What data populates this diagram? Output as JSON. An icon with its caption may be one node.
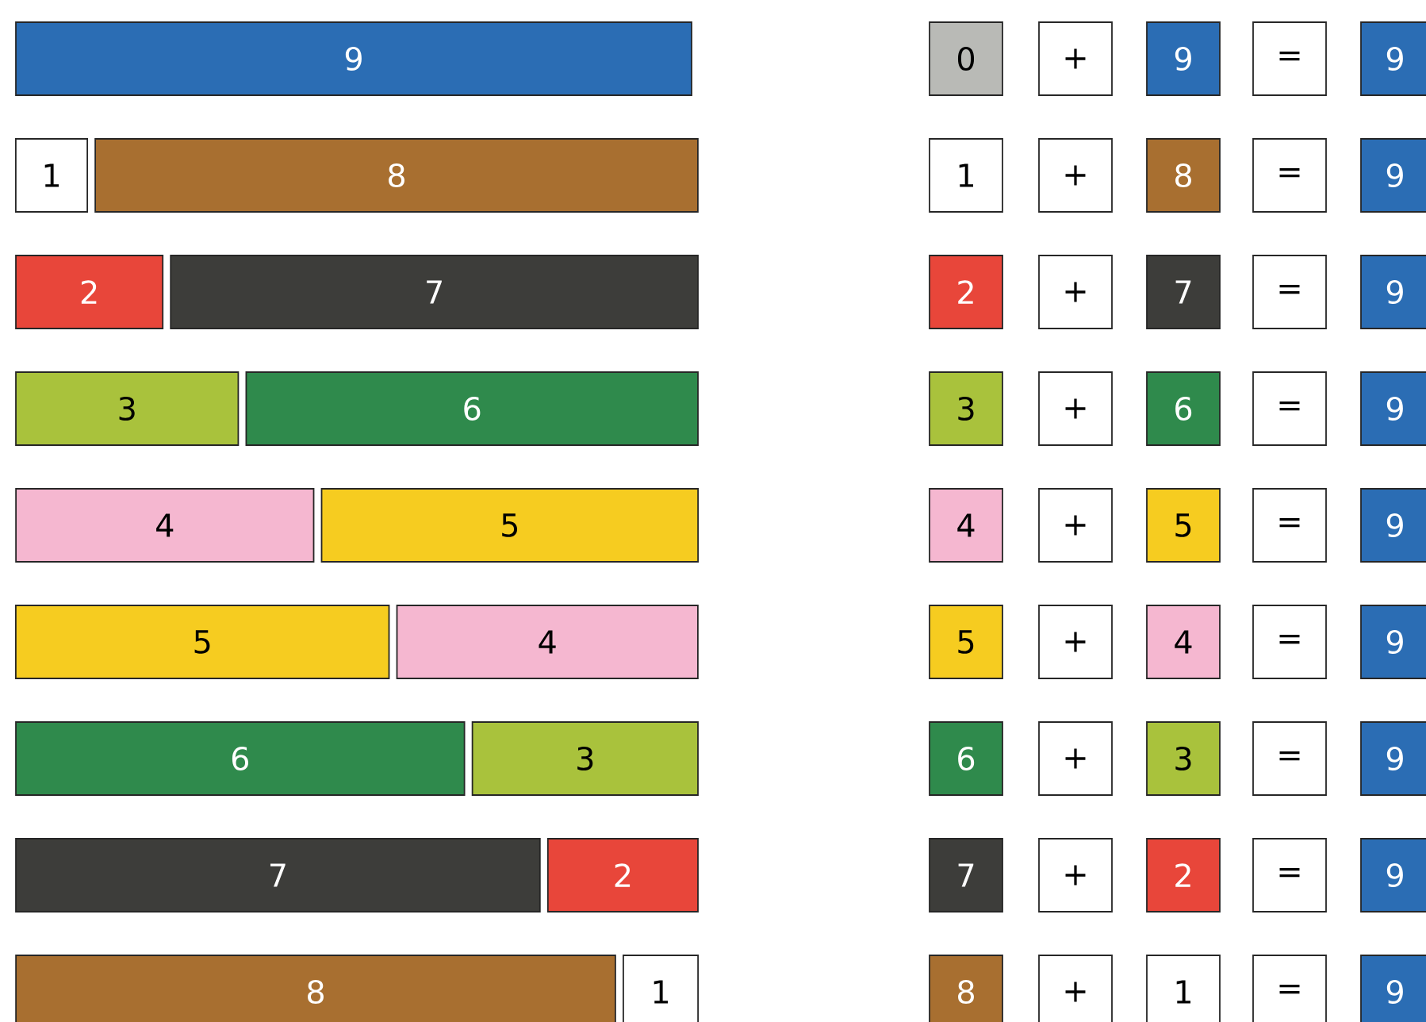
{
  "diagram": {
    "nodes": [
      {
        "text": [
          "9"
        ]
      },
      {
        "text": [
          "0"
        ]
      },
      {
        "text": [
          "+"
        ]
      },
      {
        "text": [
          "9"
        ]
      },
      {
        "text": [
          "="
        ]
      },
      {
        "text": [
          "9"
        ]
      },
      {
        "text": [
          "1"
        ]
      },
      {
        "text": [
          "8"
        ]
      },
      {
        "text": [
          "1"
        ]
      },
      {
        "text": [
          "+"
        ]
      },
      {
        "text": [
          "8"
        ]
      },
      {
        "text": [
          "="
        ]
      },
      {
        "text": [
          "9"
        ]
      },
      {
        "text": [
          "2"
        ]
      },
      {
        "text": [
          "7"
        ]
      },
      {
        "text": [
          "2"
        ]
      },
      {
        "text": [
          "+"
        ]
      },
      {
        "text": [
          "7"
        ]
      },
      {
        "text": [
          "="
        ]
      },
      {
        "text": [
          "9"
        ]
      },
      {
        "text": [
          "3"
        ]
      },
      {
        "text": [
          "6"
        ]
      },
      {
        "text": [
          "3"
        ]
      },
      {
        "text": [
          "+"
        ]
      },
      {
        "text": [
          "6"
        ]
      },
      {
        "text": [
          "="
        ]
      },
      {
        "text": [
          "9"
        ]
      },
      {
        "text": [
          "4"
        ]
      },
      {
        "text": [
          "5"
        ]
      },
      {
        "text": [
          "4"
        ]
      },
      {
        "text": [
          "+"
        ]
      },
      {
        "text": [
          "5"
        ]
      },
      {
        "text": [
          "="
        ]
      },
      {
        "text": [
          "9"
        ]
      },
      {
        "text": [
          "5"
        ]
      },
      {
        "text": [
          "4"
        ]
      },
      {
        "text": [
          "5"
        ]
      },
      {
        "text": [
          "+"
        ]
      },
      {
        "text": [
          "4"
        ]
      },
      {
        "text": [
          "="
        ]
      },
      {
        "text": [
          "9"
        ]
      },
      {
        "text": [
          "6"
        ]
      },
      {
        "text": [
          "3"
        ]
      },
      {
        "text": [
          "6"
        ]
      },
      {
        "text": [
          "+"
        ]
      },
      {
        "text": [
          "3"
        ]
      },
      {
        "text": [
          "="
        ]
      },
      {
        "text": [
          "9"
        ]
      },
      {
        "text": [
          "7"
        ]
      },
      {
        "text": [
          "2"
        ]
      },
      {
        "text": [
          "7"
        ]
      },
      {
        "text": [
          "+"
        ]
      },
      {
        "text": [
          "2"
        ]
      },
      {
        "text": [
          "="
        ]
      },
      {
        "text": [
          "9"
        ]
      },
      {
        "text": [
          "8"
        ]
      },
      {
        "text": [
          "1"
        ]
      },
      {
        "text": [
          "8"
        ]
      },
      {
        "text": [
          "+"
        ]
      },
      {
        "text": [
          "1"
        ]
      },
      {
        "text": [
          "="
        ]
      },
      {
        "text": [
          "9"
        ]
      }
    ]
  }
}
